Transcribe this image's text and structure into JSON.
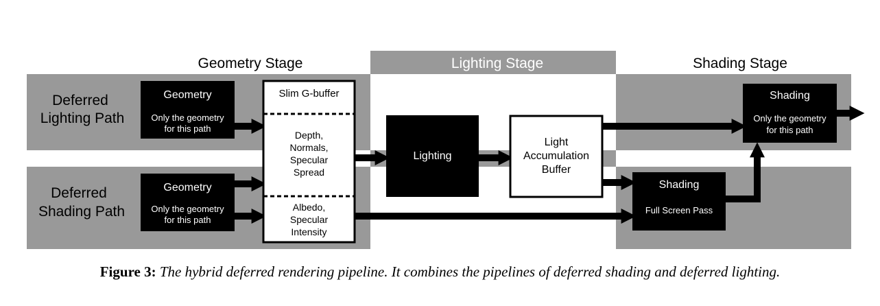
{
  "stages": {
    "geometry": "Geometry Stage",
    "lighting": "Lighting Stage",
    "shading": "Shading Stage"
  },
  "paths": {
    "deferred_lighting": [
      "Deferred",
      "Lighting Path"
    ],
    "deferred_shading": [
      "Deferred",
      "Shading Path"
    ]
  },
  "boxes": {
    "geometry_lighting": {
      "title": "Geometry",
      "sub": [
        "Only the geometry",
        "for this path"
      ]
    },
    "geometry_shading": {
      "title": "Geometry",
      "sub": [
        "Only the geometry",
        "for this path"
      ]
    },
    "gbuffer": {
      "title": "Slim G-buffer",
      "section1": [
        "Depth,",
        "Normals,",
        "Specular",
        "Spread"
      ],
      "section2": [
        "Albedo,",
        "Specular",
        "Intensity"
      ]
    },
    "lighting": {
      "title": "Lighting"
    },
    "light_accumulation": {
      "lines": [
        "Light",
        "Accumulation",
        "Buffer"
      ]
    },
    "shading_full_screen": {
      "title": "Shading",
      "sub": [
        "Full Screen Pass"
      ]
    },
    "shading_lighting_path": {
      "title": "Shading",
      "sub": [
        "Only the geometry",
        "for this path"
      ]
    }
  },
  "caption": {
    "label": "Figure 3:",
    "text": "The hybrid deferred rendering pipeline. It combines the pipelines of deferred shading and deferred lighting."
  },
  "colors": {
    "band_gray": "#999999",
    "box_black": "#000000",
    "box_white": "#ffffff"
  }
}
